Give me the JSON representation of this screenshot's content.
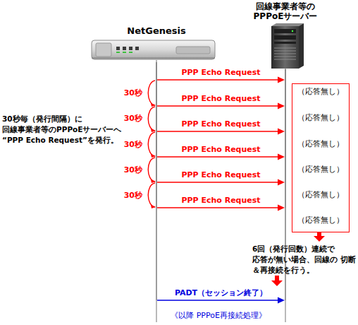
{
  "diagram": {
    "nodes": [
      {
        "text": [
          "NetGenesis"
        ]
      },
      {
        "text": [
          "回線事業者等の PPPoEサーバー"
        ]
      },
      {
        "text": [
          "（応答無し）",
          "（応答無し）",
          "（応答無し）",
          "（応答無し）",
          "（応答無し）",
          "（応答無し）"
        ]
      }
    ],
    "edges": [
      {
        "from": 0,
        "to": 1,
        "arrow": "to",
        "label": "PPP Echo Request"
      },
      {
        "from": 0,
        "to": 1,
        "arrow": "to",
        "label": "PPP Echo Request"
      },
      {
        "from": 0,
        "to": 1,
        "arrow": "to",
        "label": "PPP Echo Request"
      },
      {
        "from": 0,
        "to": 1,
        "arrow": "to",
        "label": "PPP Echo Request"
      },
      {
        "from": 0,
        "to": 1,
        "arrow": "to",
        "label": "PPP Echo Request"
      },
      {
        "from": 0,
        "to": 1,
        "arrow": "to",
        "label": "PPP Echo Request"
      },
      {
        "from": 0,
        "to": 1,
        "arrow": "to",
        "label": "PADT（セッション終了）"
      }
    ],
    "labels": [
      "30秒",
      "30秒",
      "30秒",
      "30秒",
      "30秒",
      "30秒毎（発行間隔）に 回線事業者等のPPPoEサーバーへ “PPP Echo Request”を発行。",
      "6回（発行回数）連続で 応答が無い場合、回線の 切断＆再接続を行う。",
      "《以降 PPPoE再接続処理》"
    ]
  }
}
